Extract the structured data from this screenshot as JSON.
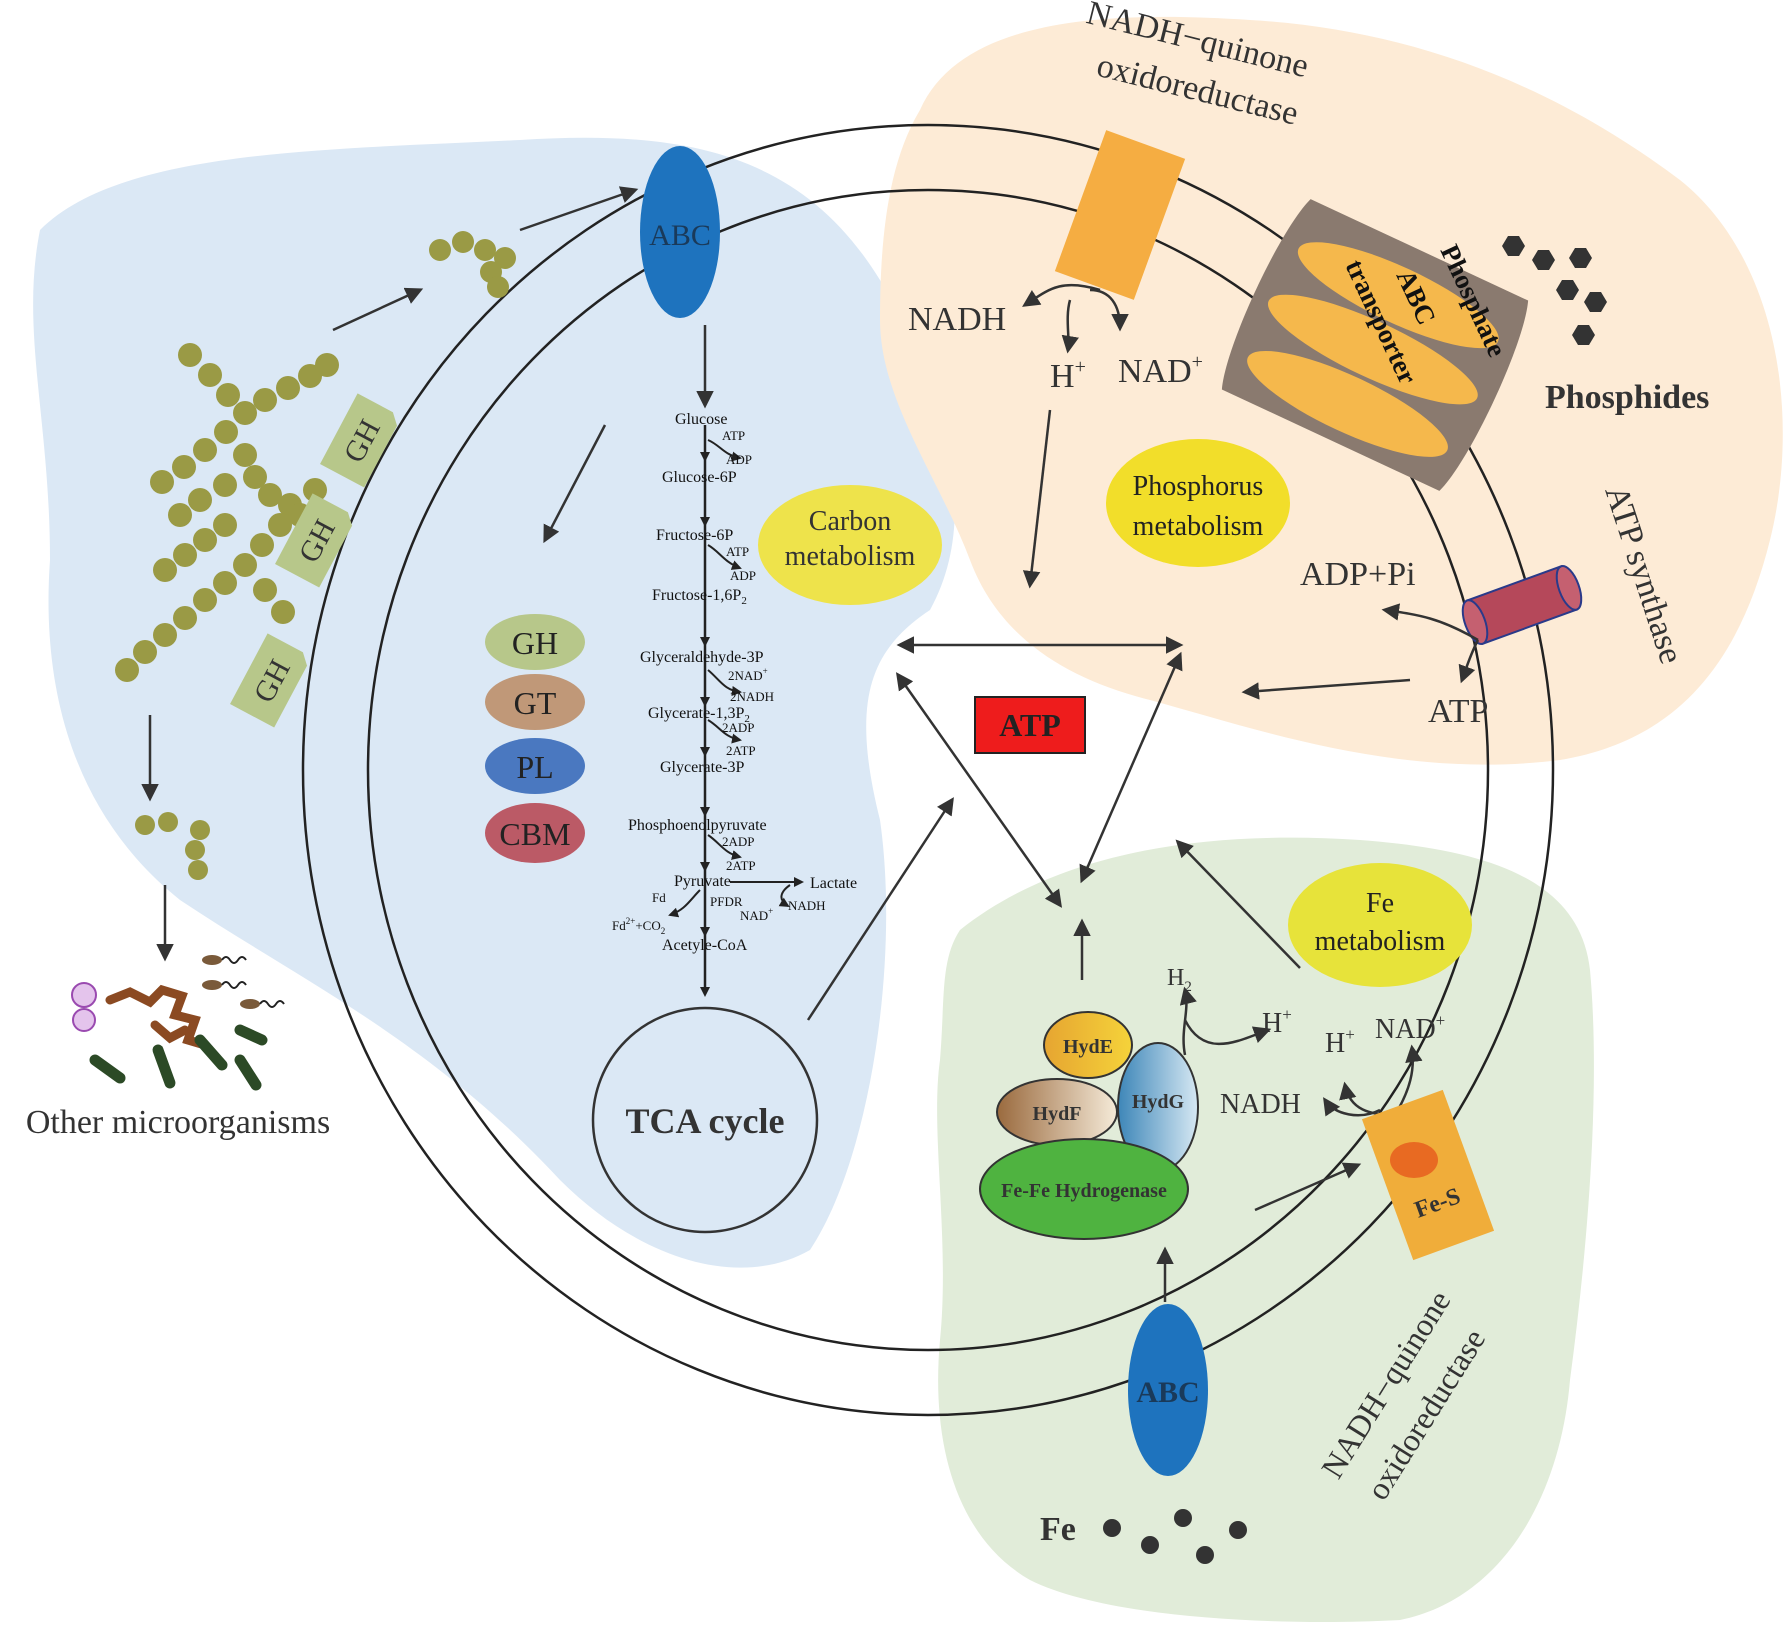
{
  "colors": {
    "carbon_region": "#dbe8f5",
    "phosphorus_region": "#fdebd6",
    "fe_region": "#e1ecd9",
    "abc": "#1e73be",
    "complex": "#f5ad42",
    "atp_box": "#ee1c1c",
    "atp_synthase": "#b5485a",
    "metabolism_oval": "#eee34b",
    "polysaccharide": "#9a9a45",
    "gh_label": "#b7c78a",
    "hydrogenase": "#4fb340"
  },
  "carbon": {
    "abc_label": "ABC",
    "gh_labels": [
      "GH",
      "GH",
      "GH"
    ],
    "cazy": [
      "GH",
      "GT",
      "PL",
      "CBM"
    ],
    "metabolism_label_1": "Carbon",
    "metabolism_label_2": "metabolism",
    "tca_label": "TCA cycle",
    "glycolysis": {
      "glucose": "Glucose",
      "atp1": "ATP",
      "adp1": "ADP",
      "glucose6p": "Glucose-6P",
      "fructose6p": "Fructose-6P",
      "atp2": "ATP",
      "adp2": "ADP",
      "fructose16p": "Fructose-1,6P",
      "fructose16p_sub": "2",
      "g3p": "Glyceraldehyde-3P",
      "nad2": "2NAD",
      "nad2_sup": "+",
      "nadh2": "2NADH",
      "g13p": "Glycerate-1,3P",
      "g13p_sub": "2",
      "adp2x": "2ADP",
      "atp2x": "2ATP",
      "glycerate3p": "Glycerate-3P",
      "pep": "Phosphoenolpyruvate",
      "adp2y": "2ADP",
      "atp2y": "2ATP",
      "pyruvate": "Pyruvate",
      "lactate": "Lactate",
      "fd": "Fd",
      "pfdr": "PFDR",
      "nadplus": "NAD",
      "nadplus_sup": "+",
      "nadh": "NADH",
      "fd2": "Fd",
      "fd2_sup": "2+",
      "co2": "+CO",
      "co2_sub": "2",
      "acetylcoa": "Acetyle-CoA"
    }
  },
  "other_microorganisms": "Other microorganisms",
  "phosphorus": {
    "complex_title_1": "NADH−quinone",
    "complex_title_2": "oxidoreductase",
    "nadh": "NADH",
    "h": "H",
    "h_sup": "+",
    "nad": "NAD",
    "nad_sup": "+",
    "transporter_1": "Phosphate",
    "transporter_2": "ABC",
    "transporter_3": "transporter",
    "phosphides": "Phosphides",
    "metabolism_label_1": "Phosphorus",
    "metabolism_label_2": "metabolism",
    "atp_synthase": "ATP synthase",
    "adp_pi": "ADP+Pi",
    "atp": "ATP"
  },
  "center": {
    "atp": "ATP"
  },
  "fe": {
    "metabolism_label_1": "Fe",
    "metabolism_label_2": "metabolism",
    "h2": "H",
    "h2_sub": "2",
    "h1": "H",
    "h1_sup": "+",
    "h2b": "H",
    "h2b_sup": "+",
    "nad": "NAD",
    "nad_sup": "+",
    "nadh": "NADH",
    "hyde": "HydE",
    "hydf": "HydF",
    "hydg": "HydG",
    "hydrogenase": "Fe-Fe Hydrogenase",
    "fes": "Fe-S",
    "abc_label": "ABC",
    "fe_label": "Fe",
    "complex_title_1": "NADH−quinone",
    "complex_title_2": "oxidoreductase"
  }
}
